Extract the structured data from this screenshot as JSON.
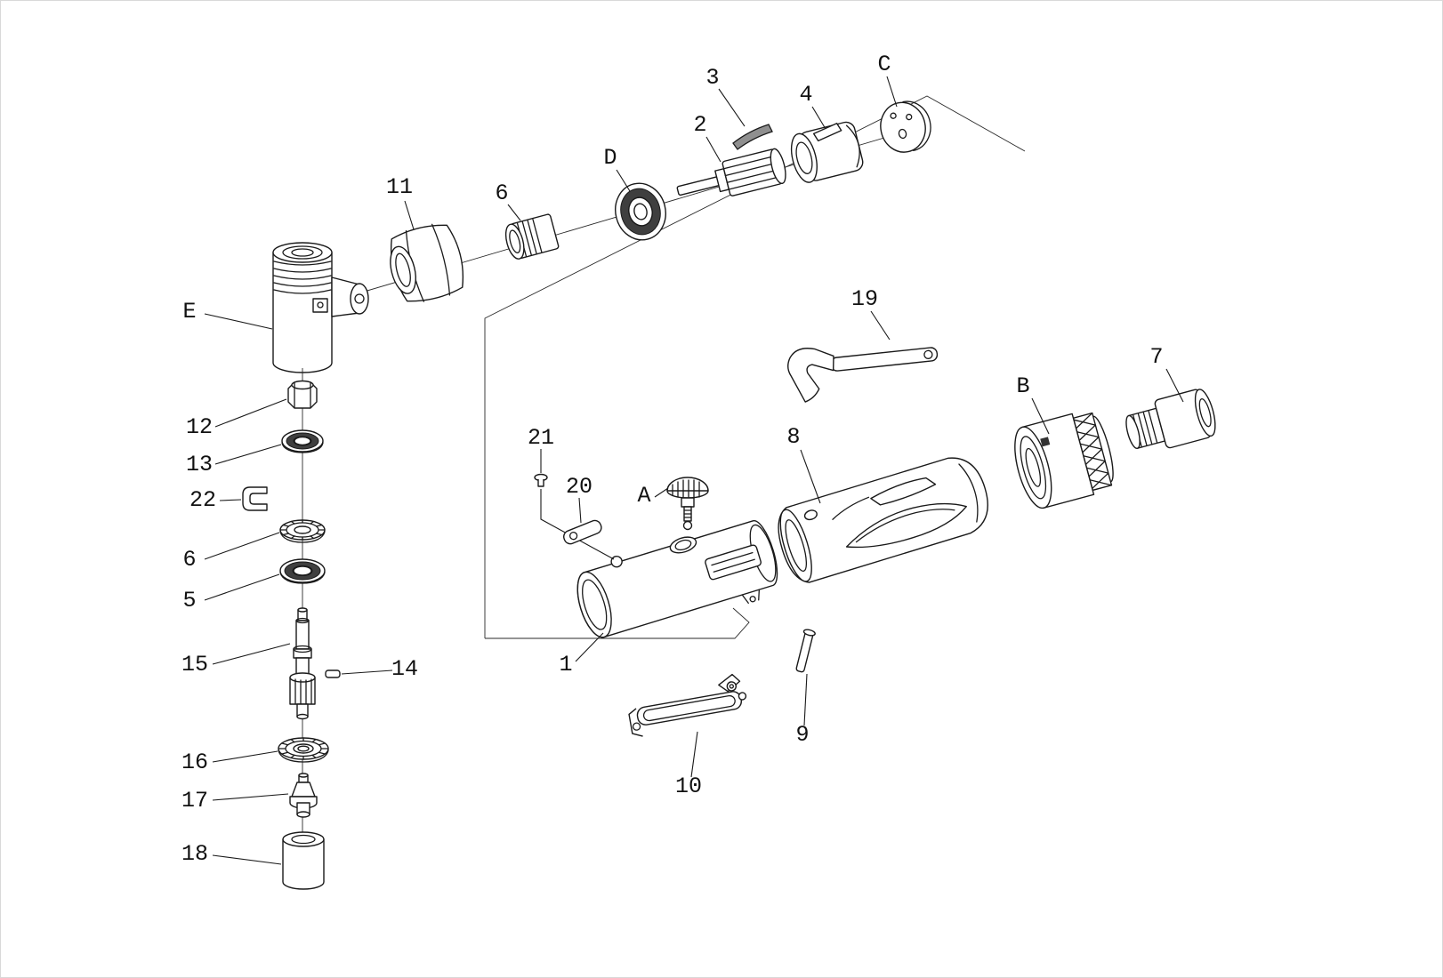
{
  "diagram": {
    "type": "exploded-parts-diagram",
    "background_color": "#ffffff",
    "line_color": "#1a1a1a",
    "callouts": {
      "c1": "1",
      "c2": "2",
      "c3": "3",
      "c4": "4",
      "c5": "5",
      "c6": "6",
      "c7": "7",
      "c8": "8",
      "c9": "9",
      "c10": "10",
      "c11": "11",
      "c12": "12",
      "c13": "13",
      "c14": "14",
      "c15": "15",
      "c16": "16",
      "c17": "17",
      "c18": "18",
      "c19": "19",
      "c20": "20",
      "c21": "21",
      "c22": "22",
      "cA": "A",
      "cB": "B",
      "cC": "C",
      "cD": "D",
      "cE": "E"
    }
  }
}
